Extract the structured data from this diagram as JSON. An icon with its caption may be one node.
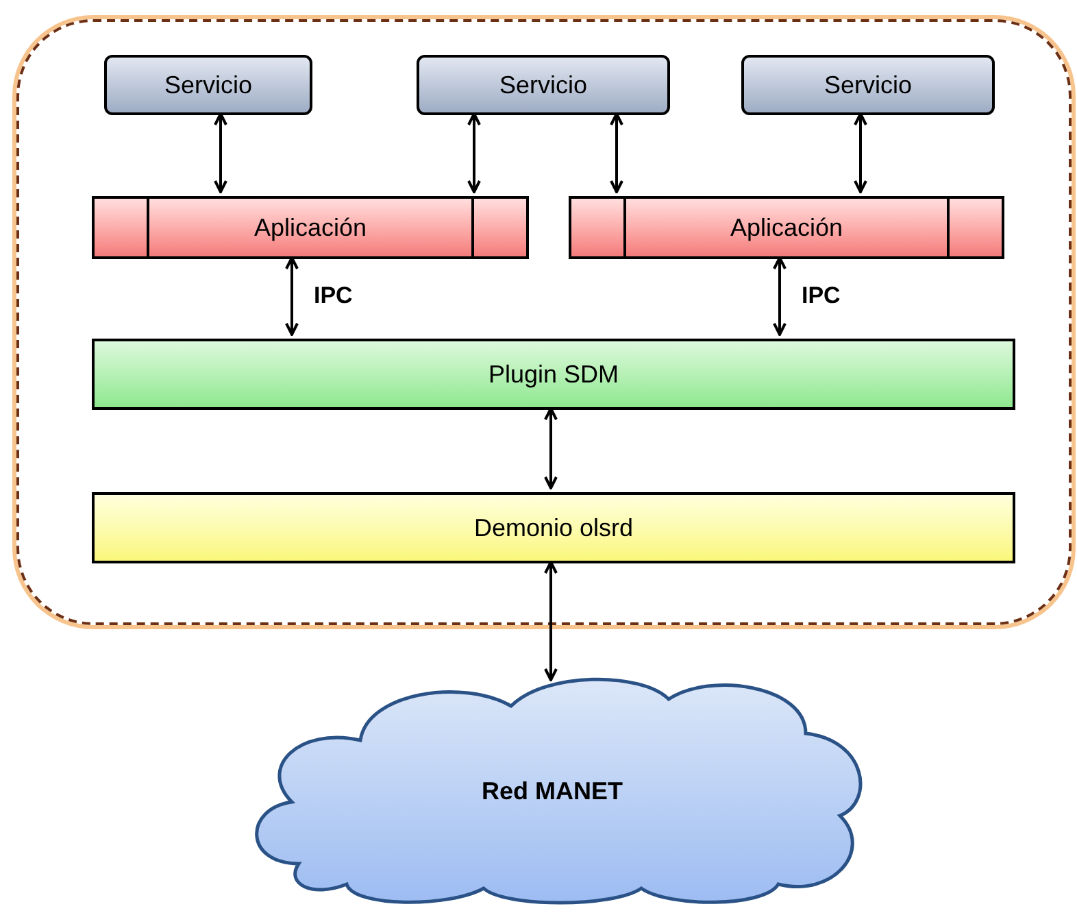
{
  "diagram": {
    "nodes": [
      {
        "text": [],
        "shape": "box"
      },
      {
        "text": [
          "Servicio"
        ],
        "in": 0
      },
      {
        "text": [
          "Servicio"
        ],
        "in": 0
      },
      {
        "text": [
          "Servicio"
        ],
        "in": 0
      },
      {
        "text": [
          "Aplicación"
        ],
        "in": 0
      },
      {
        "text": [
          "Aplicación"
        ],
        "in": 0
      },
      {
        "text": [
          "Plugin SDM"
        ],
        "in": 0
      },
      {
        "text": [
          "Demonio olsrd"
        ],
        "in": 0
      },
      {
        "text": [
          "Red MANET"
        ]
      }
    ],
    "edges": [
      {
        "from": 1,
        "to": 4,
        "arrow": "both"
      },
      {
        "from": 2,
        "to": 4,
        "arrow": "both"
      },
      {
        "from": 2,
        "to": 5,
        "arrow": "both"
      },
      {
        "from": 3,
        "to": 5,
        "arrow": "both"
      },
      {
        "from": 4,
        "to": 6,
        "arrow": "both",
        "label": "IPC"
      },
      {
        "from": 5,
        "to": 6,
        "arrow": "both",
        "label": "IPC"
      },
      {
        "from": 6,
        "to": 7,
        "arrow": "both"
      },
      {
        "from": 7,
        "to": 8,
        "arrow": "both"
      }
    ]
  }
}
